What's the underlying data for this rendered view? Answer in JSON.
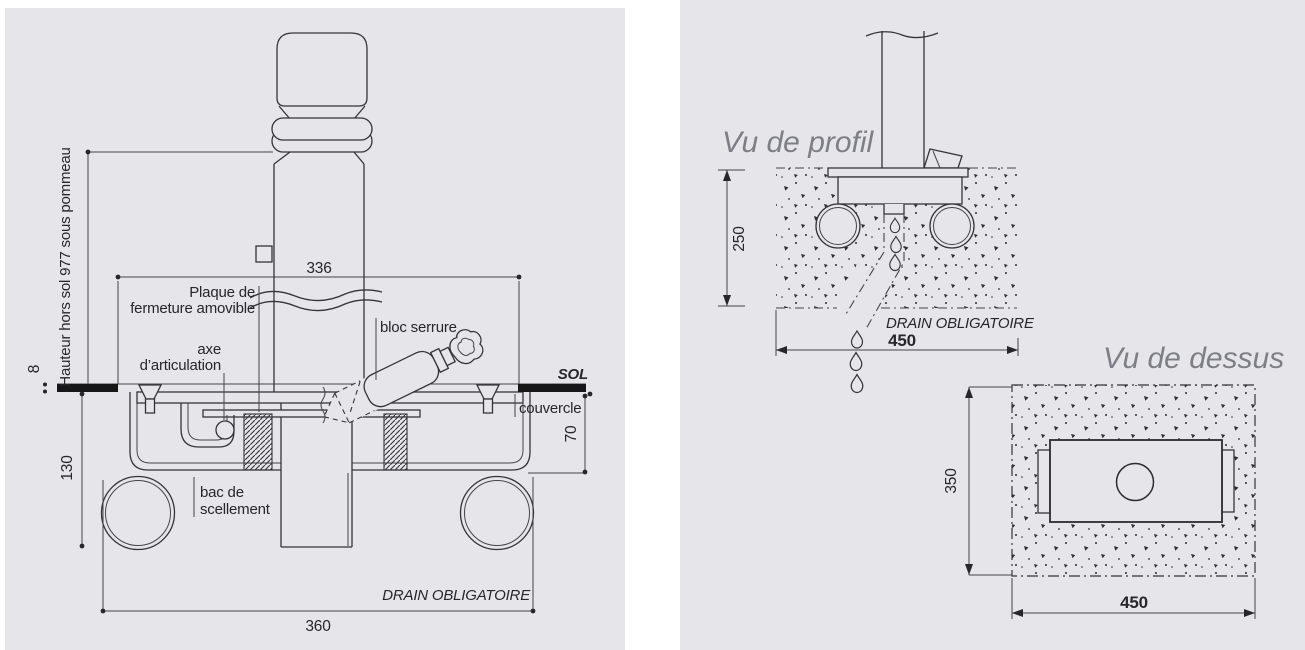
{
  "left_panel": {
    "height_label": "Hauteur hors sol 977 sous pommeau",
    "dim_ground_thickness": "8",
    "dim_inner_width": "336",
    "plate_label_line1": "Plaque de",
    "plate_label_line2": "fermeture amovible",
    "axis_label_line1": "axe",
    "axis_label_line2": "d’articulation",
    "lock_label": "bloc serrure",
    "ground_label": "SOL",
    "cover_label": "couvercle",
    "dim_cover_depth": "70",
    "dim_box_depth": "130",
    "tray_label_line1": "bac de",
    "tray_label_line2": "scellement",
    "drain_label": "DRAIN OBLIGATOIRE",
    "dim_drain_span": "360"
  },
  "right_panel": {
    "profile_view": {
      "title": "Vu de profil",
      "dim_depth": "250",
      "drain_label": "DRAIN OBLIGATOIRE",
      "dim_width": "450"
    },
    "top_view": {
      "title": "Vu de dessus",
      "dim_height": "350",
      "dim_width": "450"
    }
  },
  "colors": {
    "panel_background": "#e5e5ea",
    "line": "#33333a",
    "ground_bar": "#17171a",
    "title_text": "#7e7e86"
  }
}
